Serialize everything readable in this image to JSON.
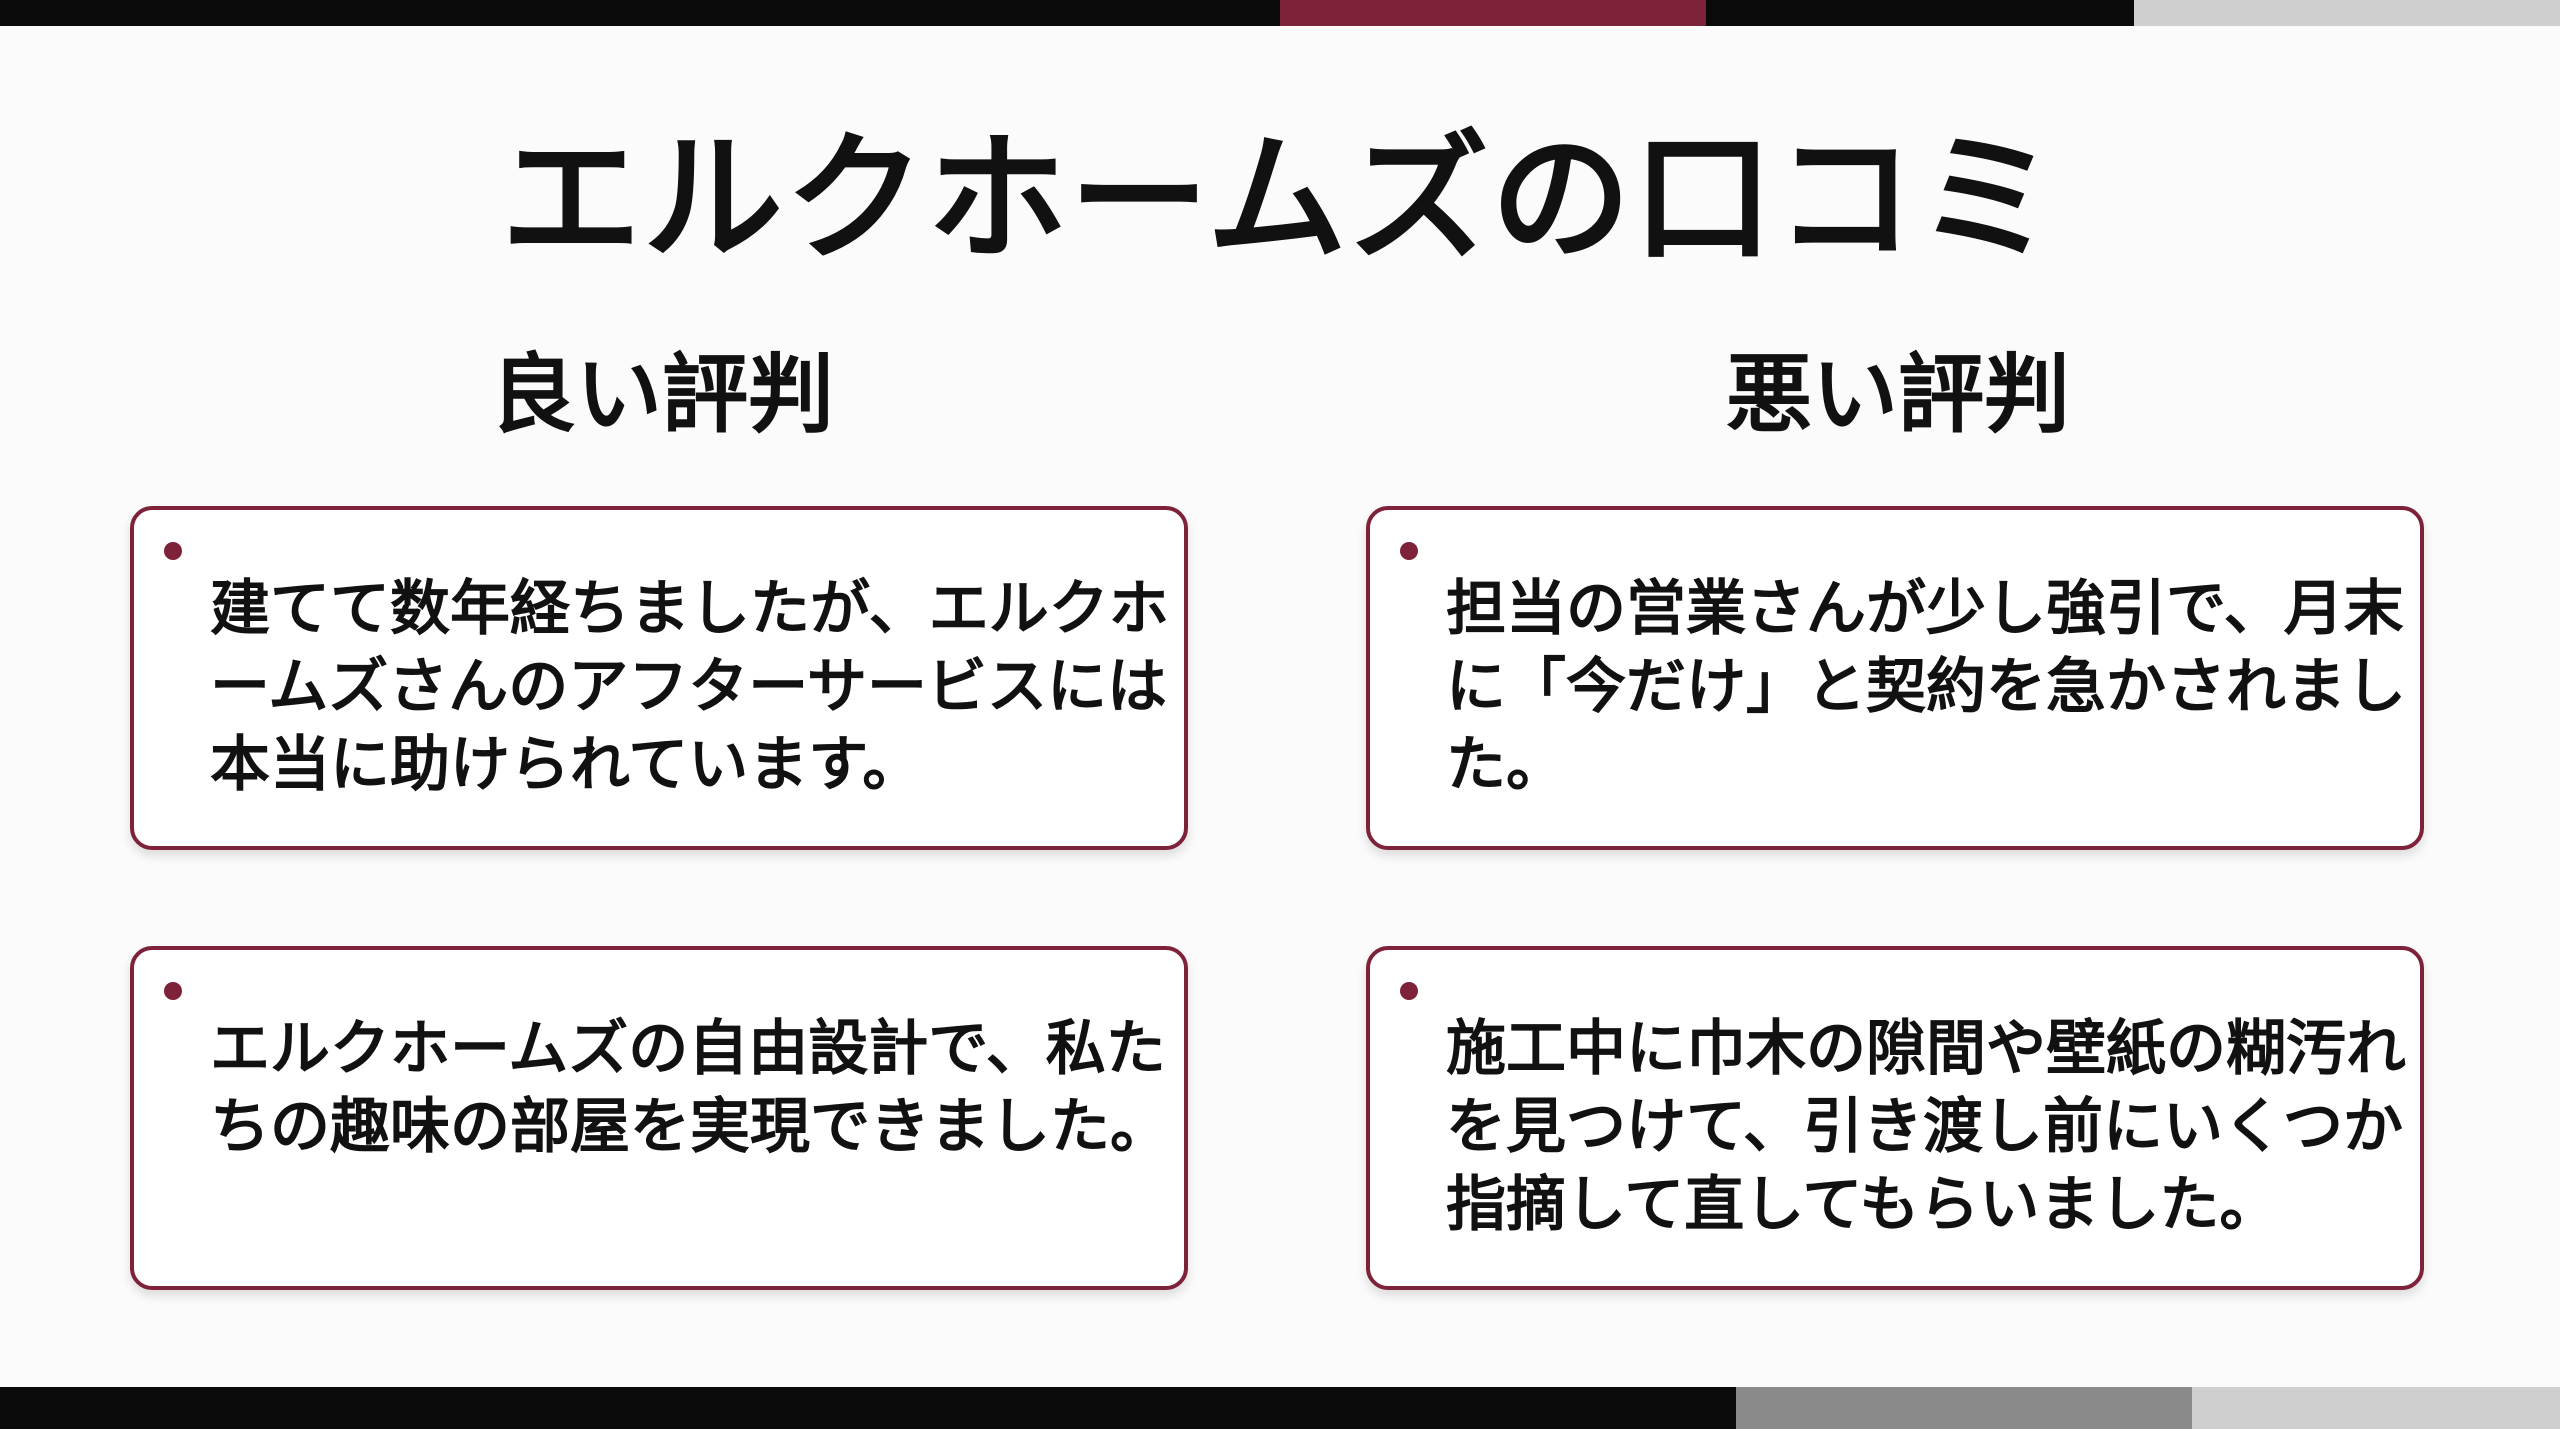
{
  "title": "エルクホームズの口コミ",
  "columns": {
    "good": {
      "heading": "良い評判",
      "reviews": [
        "建てて数年経ちましたが、エルクホームズさんのアフターサービスには本当に助けられています。",
        "エルクホームズの自由設計で、私たちの趣味の部屋を実現できました。"
      ]
    },
    "bad": {
      "heading": "悪い評判",
      "reviews": [
        "担当の営業さんが少し強引で、月末に「今だけ」と契約を急かされました。",
        "施工中に巾木の隙間や壁紙の糊汚れを見つけて、引き渡し前にいくつか指摘して直してもらいました。"
      ]
    }
  },
  "colors": {
    "accent": "#7d2238",
    "text": "#111111",
    "background": "#fbfbfb",
    "bar_black": "#0a0a0a",
    "bar_gray_dark": "#8a8a8a",
    "bar_gray_light": "#cfcfcf"
  }
}
